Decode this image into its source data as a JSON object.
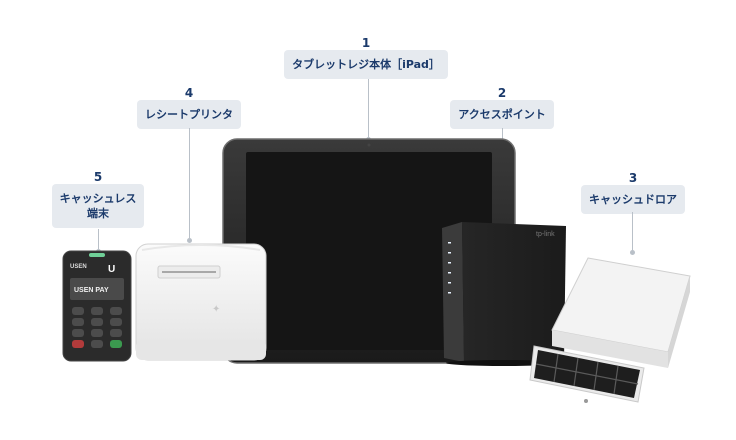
{
  "callouts": [
    {
      "num": "1",
      "label": "タブレットレジ本体［iPad］"
    },
    {
      "num": "2",
      "label": "アクセスポイント"
    },
    {
      "num": "3",
      "label": "キャッシュドロア"
    },
    {
      "num": "4",
      "label": "レシートプリンタ"
    },
    {
      "num": "5",
      "label_line1": "キャッシュレス",
      "label_line2": "端末"
    }
  ],
  "devices": {
    "terminal": {
      "brand_top": "USEN",
      "brand_mark": "U",
      "screen_text": "USEN PAY"
    },
    "router": {
      "logo": "tp-link"
    }
  }
}
